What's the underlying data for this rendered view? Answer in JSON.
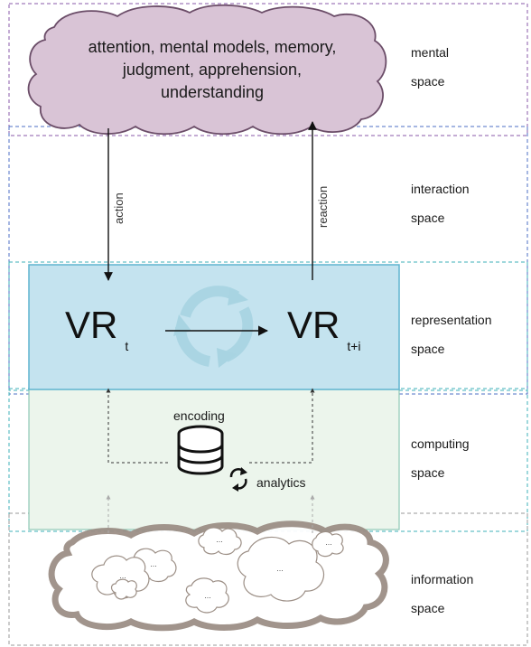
{
  "cloud": {
    "lines": [
      "attention, mental models, memory,",
      "judgment, apprehension,",
      "understanding"
    ]
  },
  "spaces": {
    "mental": [
      "mental",
      "space"
    ],
    "interaction": [
      "interaction",
      "space"
    ],
    "representation": [
      "representation",
      "space"
    ],
    "computing": [
      "computing",
      "space"
    ],
    "information": [
      "information",
      "space"
    ]
  },
  "arrows": {
    "action": "action",
    "reaction": "reaction"
  },
  "representation": {
    "vr_left": "VR",
    "vr_left_sub": "t",
    "vr_right": "VR",
    "vr_right_sub": "t+i"
  },
  "computing": {
    "encoding": "encoding",
    "analytics": "analytics"
  },
  "info_cloud_dots": "...",
  "colors": {
    "mental_cloud_fill": "#d9c4d6",
    "mental_cloud_stroke": "#6b4d68",
    "representation_fill": "#c4e3ef",
    "representation_stroke": "#5fb4cf",
    "computing_fill": "#ecf5ec",
    "computing_stroke": "#8ec7b6",
    "info_cloud_stroke": "#9c8f86",
    "purple_dash": "#8a5aa8",
    "blue_dash": "#4d6fc4",
    "teal_dash": "#3fb0b8"
  }
}
